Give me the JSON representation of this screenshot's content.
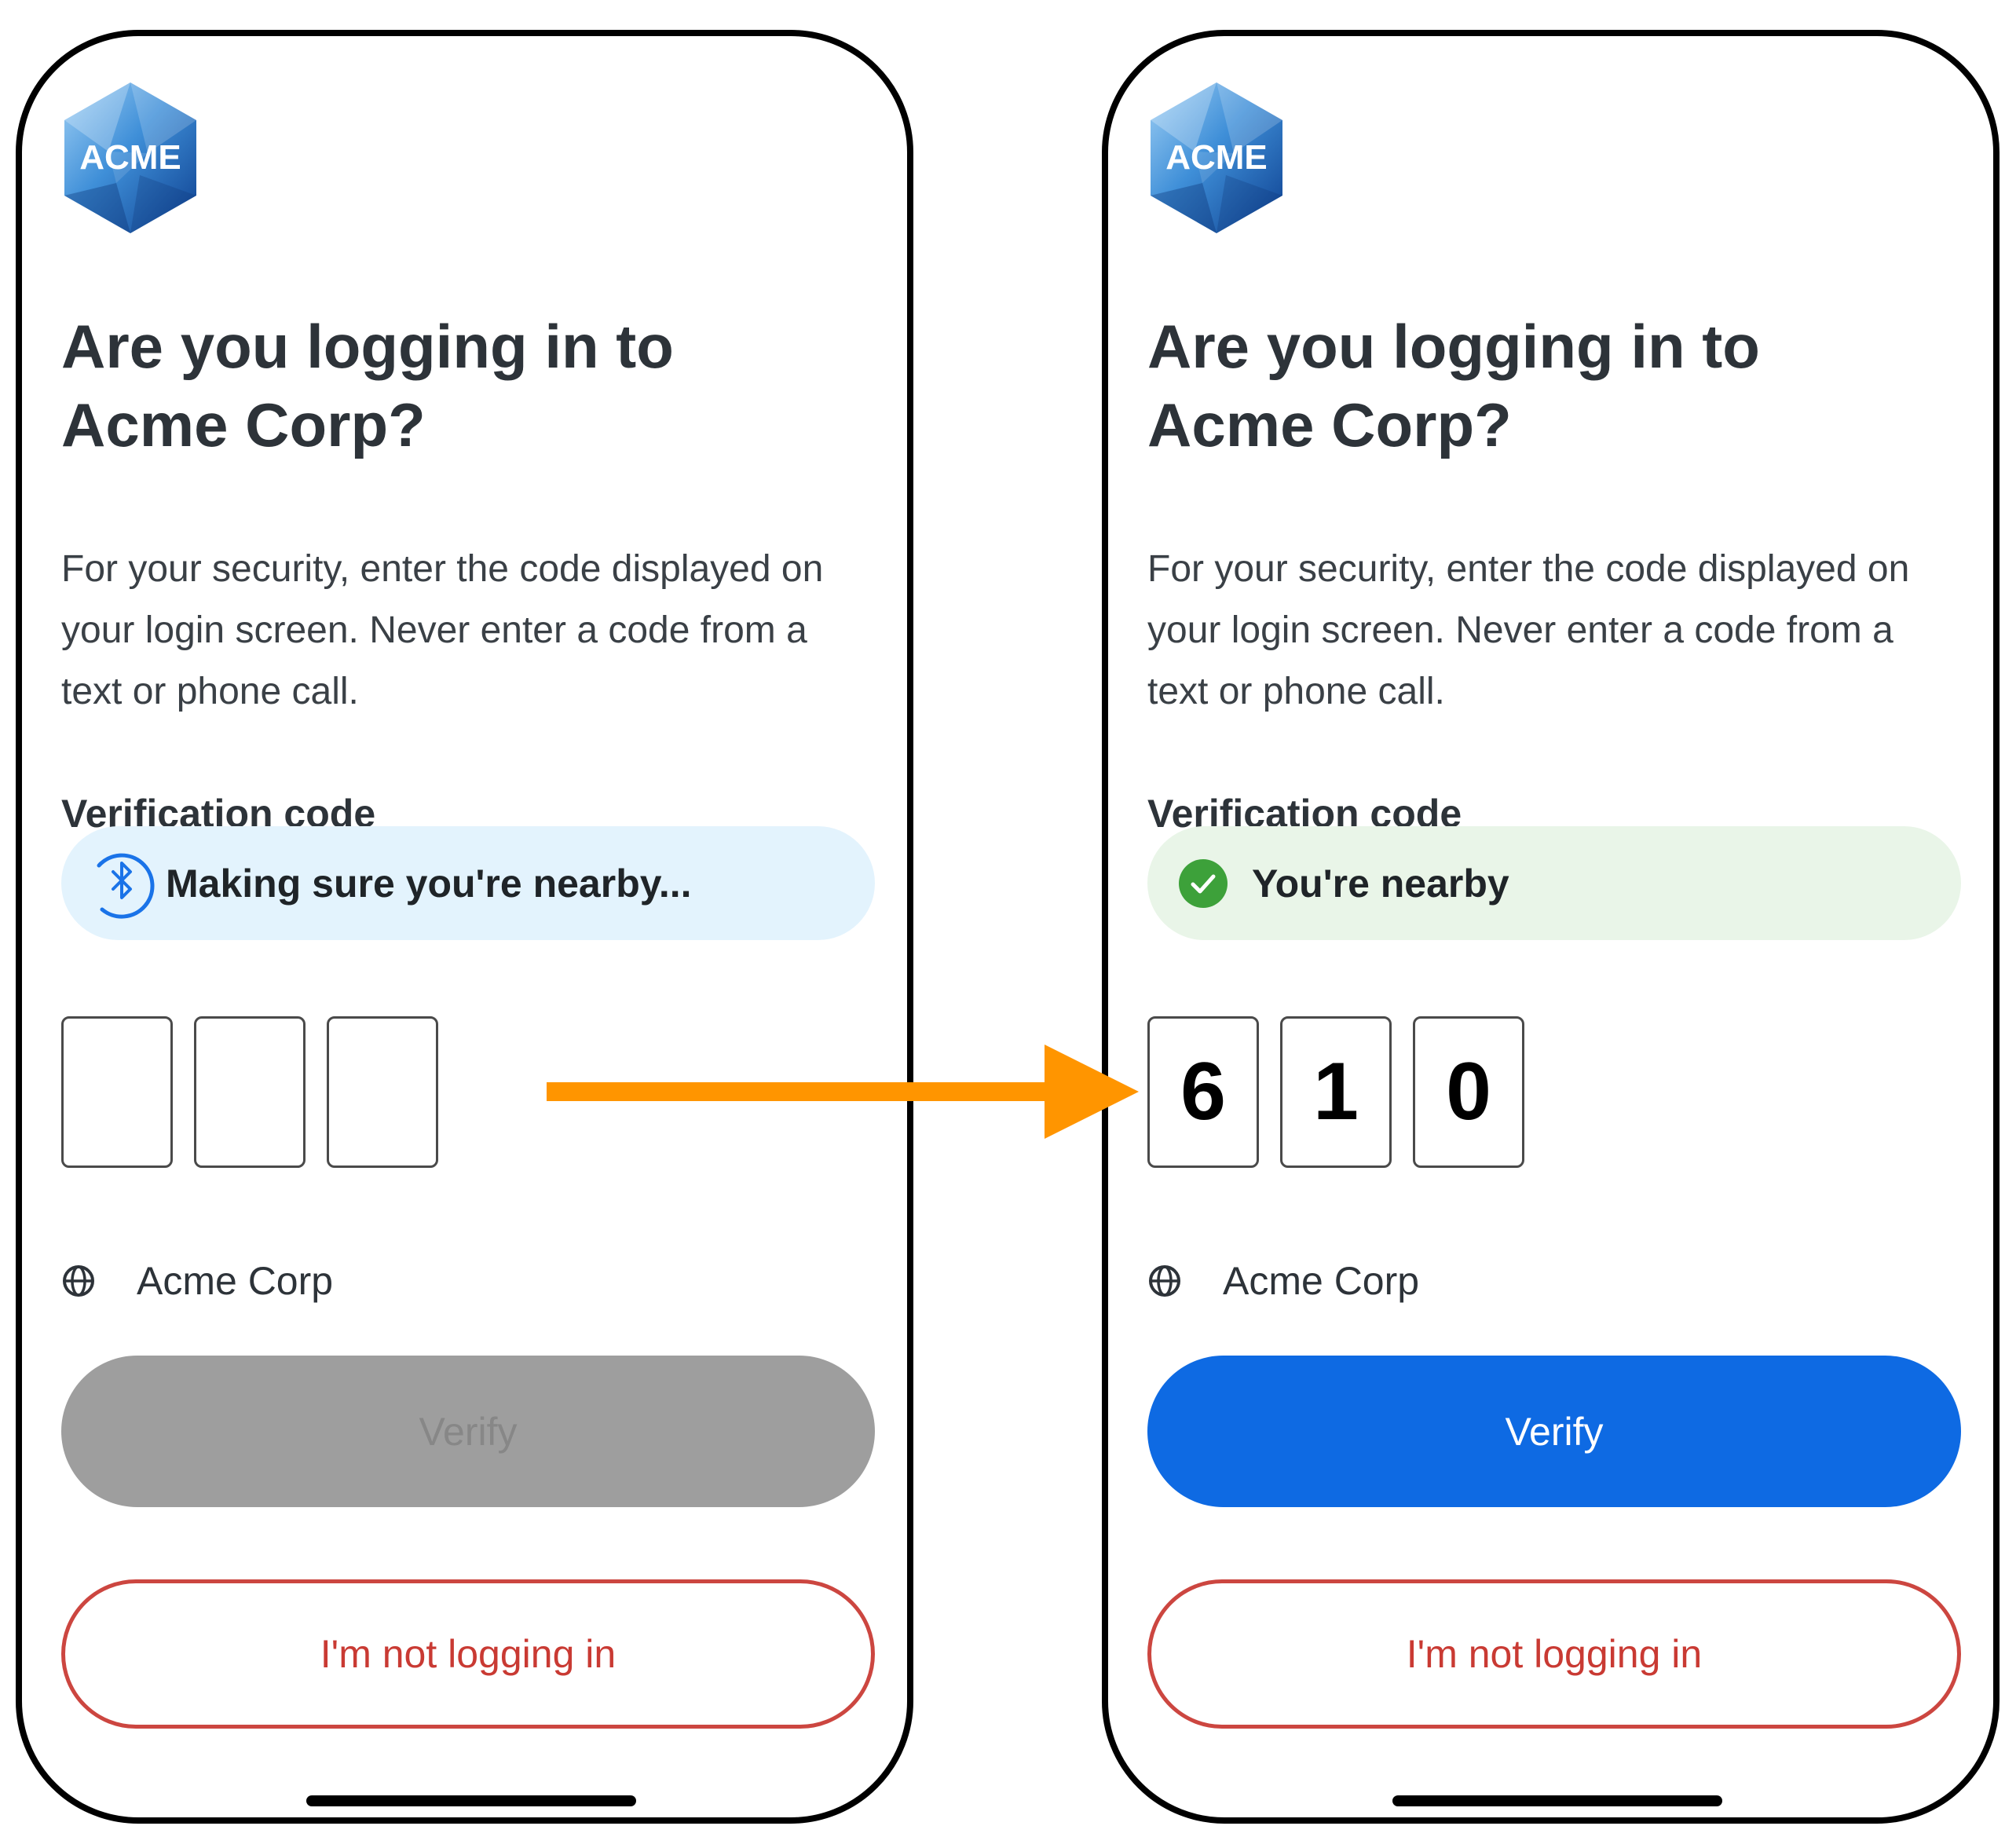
{
  "colors": {
    "title_text": "#2d3339",
    "scanning_pill": "#e3f3fd",
    "confirmed_pill": "#e9f5e8",
    "bluetooth_blue": "#1a73e8",
    "success_green": "#3da13a",
    "verify_disabled": "#9e9e9e",
    "verify_enabled": "#0e6ae3",
    "decline_red": "#cc4640",
    "arrow_orange": "#ff9500"
  },
  "screens": {
    "left": {
      "logo": {
        "text": "ACME"
      },
      "title": "Are you logging in to Acme Corp?",
      "description": "For your security, enter the code displayed on your login screen. Never enter a code from a text or phone call.",
      "code_label": "Verification code",
      "status": {
        "icon": "bluetooth-icon",
        "text": "Making sure you're nearby..."
      },
      "code_digits": [
        "",
        "",
        ""
      ],
      "org": {
        "icon": "globe-icon",
        "name": "Acme Corp"
      },
      "verify_label": "Verify",
      "verify_state": "disabled",
      "decline_label": "I'm not logging in"
    },
    "right": {
      "logo": {
        "text": "ACME"
      },
      "title": "Are you logging in to Acme Corp?",
      "description": "For your security, enter the code displayed on your login screen. Never enter a code from a text or phone call.",
      "code_label": "Verification code",
      "status": {
        "icon": "check-circle-icon",
        "text": "You're nearby"
      },
      "code_digits": [
        "6",
        "1",
        "0"
      ],
      "org": {
        "icon": "globe-icon",
        "name": "Acme Corp"
      },
      "verify_label": "Verify",
      "verify_state": "enabled",
      "decline_label": "I'm not logging in"
    }
  },
  "transition": {
    "icon": "arrow-right-icon"
  }
}
